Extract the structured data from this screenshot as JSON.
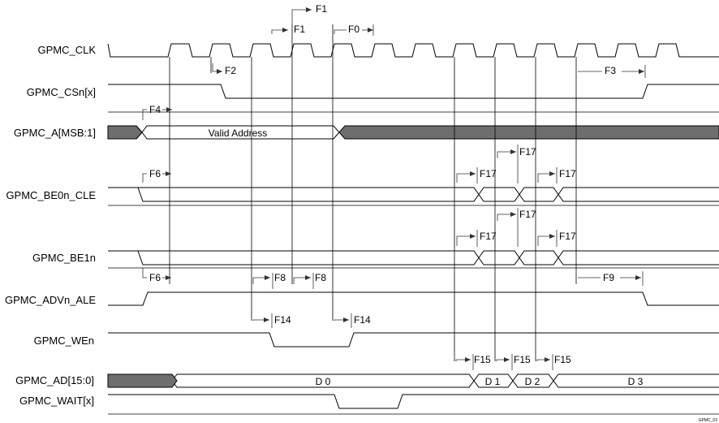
{
  "signals": {
    "clk": "GPMC_CLK",
    "csn": "GPMC_CSn[x]",
    "addr": "GPMC_A[MSB:1]",
    "be0": "GPMC_BE0n_CLE",
    "be1": "GPMC_BE1n",
    "adv": "GPMC_ADVn_ALE",
    "wen": "GPMC_WEn",
    "ad": "GPMC_AD[15:0]",
    "wait": "GPMC_WAIT[x]"
  },
  "bus_values": {
    "valid_address": "Valid Address",
    "d0": "D 0",
    "d1": "D 1",
    "d2": "D 2",
    "d3": "D 3"
  },
  "timing_params": {
    "f0": "F0",
    "f1_top": "F1",
    "f1": "F1",
    "f2": "F2",
    "f3": "F3",
    "f4": "F4",
    "f6_be0": "F6",
    "f6_be1": "F6",
    "f8_a": "F8",
    "f8_b": "F8",
    "f9": "F9",
    "f14_a": "F14",
    "f14_b": "F14",
    "f15_a": "F15",
    "f15_b": "F15",
    "f15_c": "F15",
    "f17_be0_a": "F17",
    "f17_be0_b": "F17",
    "f17_be0_c": "F17",
    "f17_be1_a": "F17",
    "f17_be1_b": "F17",
    "f17_be1_c": "F17"
  },
  "figure_tag": "GPMC_03",
  "colors": {
    "line": "#000000",
    "invalid_fill": "#6e6e6e",
    "arrow": "#333333"
  }
}
